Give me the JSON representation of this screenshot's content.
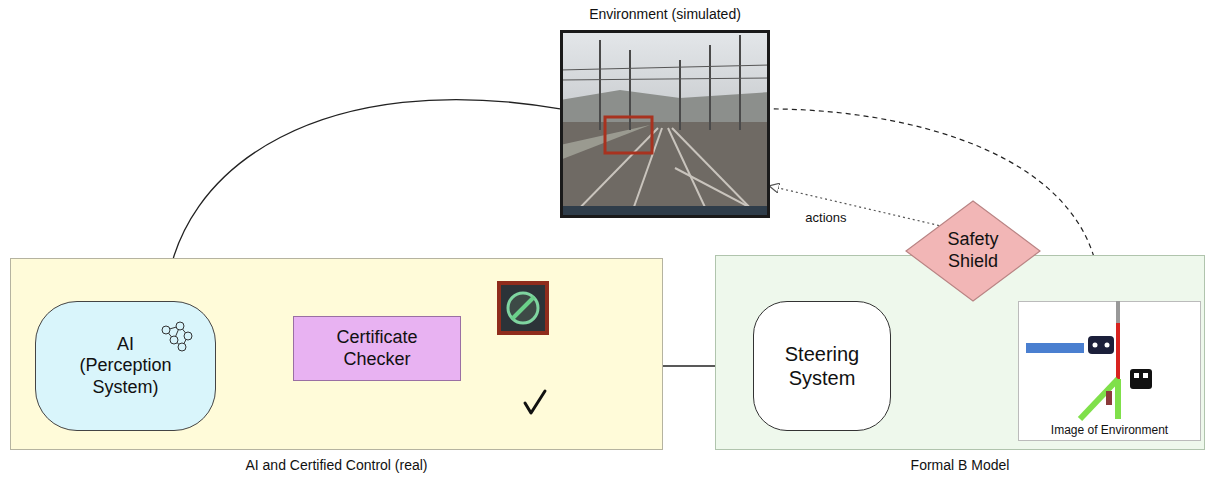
{
  "diagram": {
    "nodes": [
      {
        "text": [
          "Environment (simulated)"
        ]
      },
      {
        "text": [
          "AI and Certified Control (real)"
        ]
      },
      {
        "text": [
          "AI (Perception System)"
        ],
        "in": 1
      },
      {
        "text": [
          "Certificate Checker"
        ],
        "in": 1
      },
      {
        "text": [
          "Formal B Model"
        ]
      },
      {
        "text": [
          "Steering System"
        ],
        "in": 4
      },
      {
        "text": [
          "Safety Shield"
        ]
      },
      {
        "text": [
          "Image of Environment"
        ],
        "in": 4
      }
    ],
    "edges": [
      {
        "from": 0,
        "to": 2,
        "arrow": "to"
      },
      {
        "from": 2,
        "to": 3,
        "arrow": "to"
      },
      {
        "from": 1,
        "to": 5,
        "arrow": "to"
      },
      {
        "from": 5,
        "to": 6,
        "arrow": "to"
      },
      {
        "from": 6,
        "to": 0,
        "label": "actions",
        "arrow": "to"
      },
      {
        "from": 5,
        "to": 7,
        "arrow": "both"
      },
      {
        "from": 7,
        "to": 0,
        "arrow": "none"
      }
    ]
  }
}
